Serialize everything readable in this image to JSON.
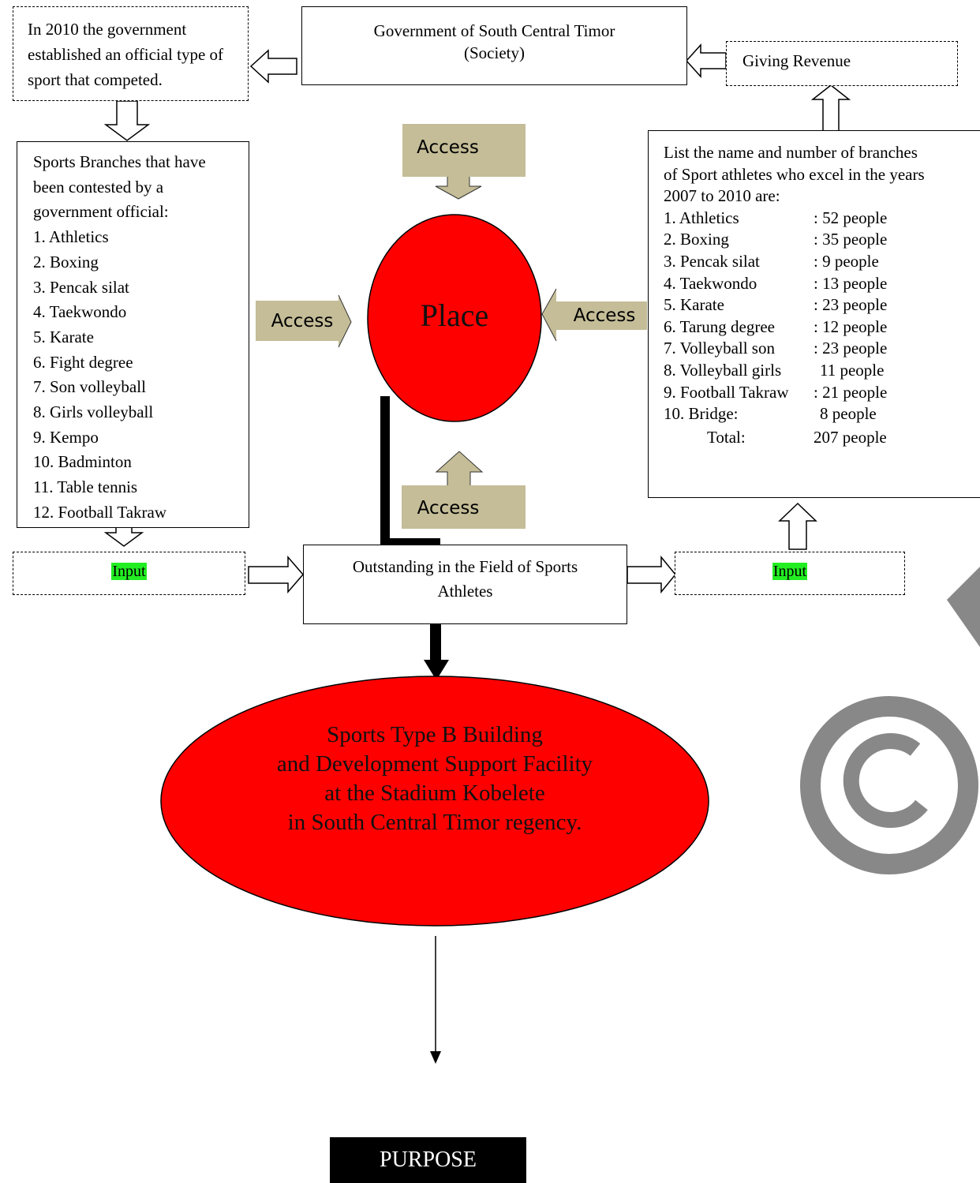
{
  "gov_box": {
    "line1": "Government of South Central Timor",
    "line2": "(Society)"
  },
  "established_box": {
    "text": "In 2010 the government established an official type of sport that competed."
  },
  "revenue_box": {
    "text": "Giving Revenue"
  },
  "branches_box": {
    "intro": [
      "Sports Branches that have",
      "been contested by a",
      "government official:"
    ],
    "items": [
      "1. Athletics",
      "2. Boxing",
      "3. Pencak silat",
      "4. Taekwondo",
      "5. Karate",
      "6. Fight degree",
      "7. Son volleyball",
      "8. Girls volleyball",
      "9. Kempo",
      "10. Badminton",
      "11. Table tennis",
      "12. Football Takraw"
    ]
  },
  "athletes_box": {
    "intro": [
      "List the name and number of branches",
      "of Sport athletes who excel in the years",
      "2007 to 2010 are:"
    ],
    "rows": [
      {
        "name": "1. Athletics",
        "count": ": 52 people"
      },
      {
        "name": "2. Boxing",
        "count": ": 35 people"
      },
      {
        "name": "3. Pencak silat",
        "count": ": 9 people"
      },
      {
        "name": "4. Taekwondo",
        "count": ": 13 people"
      },
      {
        "name": "5. Karate",
        "count": ": 23 people"
      },
      {
        "name": "6. Tarung degree",
        "count": ": 12 people"
      },
      {
        "name": "7. Volleyball son",
        "count": ": 23 people"
      },
      {
        "name": "8. Volleyball girls",
        "count": "11 people"
      },
      {
        "name": "9. Football Takraw",
        "count": ": 21 people"
      },
      {
        "name": "10. Bridge:",
        "count": "8 people"
      }
    ],
    "total_label": "Total:",
    "total_value": "207 people"
  },
  "access": {
    "top": "Access",
    "left": "Access",
    "right": "Access",
    "bottom": "Access"
  },
  "place": {
    "label": "Place"
  },
  "input_left": {
    "label": "Input"
  },
  "input_right": {
    "label": "Input"
  },
  "outstanding_box": {
    "line1": "Outstanding in the Field of Sports",
    "line2": "Athletes"
  },
  "main_ellipse": {
    "lines": [
      "Sports Type B Building",
      "and Development Support Facility",
      "at the Stadium Kobelete",
      "in South Central Timor regency."
    ]
  },
  "purpose": {
    "label": "PURPOSE"
  },
  "colors": {
    "red": "#ff0000",
    "access_bg": "#c4bd97",
    "input_highlight": "#22ee22",
    "watermark": "#888888"
  },
  "watermark": {
    "icon": "copyright-icon"
  }
}
